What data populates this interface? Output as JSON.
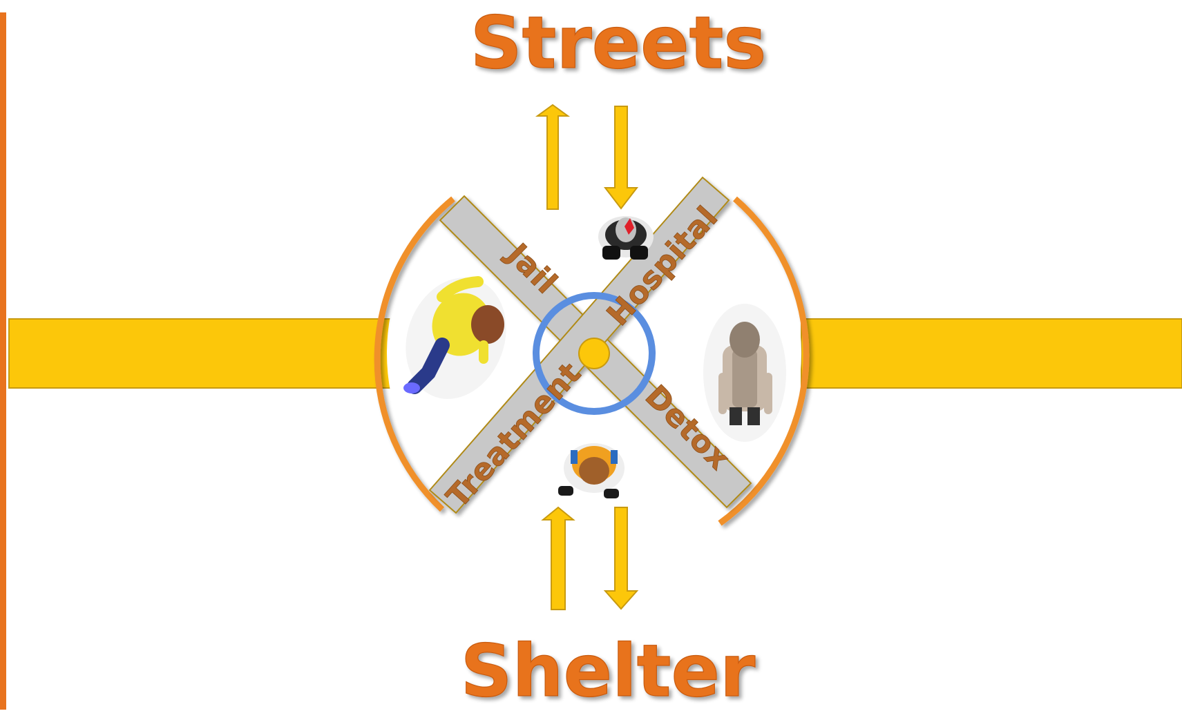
{
  "diagram": {
    "top_label": "Streets",
    "bottom_label": "Shelter",
    "road_labels": {
      "jail": "Jail",
      "hospital": "Hospital",
      "treatment": "Treatment",
      "detox": "Detox"
    },
    "colors": {
      "orange": "#f0902a",
      "orange_text": "#e8731e",
      "yellow": "#fcc70a",
      "yellow_border": "#c89a10",
      "gray_road": "#c8c8c8",
      "blue_ring": "#5a8ee0"
    },
    "figures": [
      "person-yellow-shirt-walking",
      "person-red-cap-top",
      "person-orange-backpack-top",
      "person-elderly-standing"
    ]
  }
}
